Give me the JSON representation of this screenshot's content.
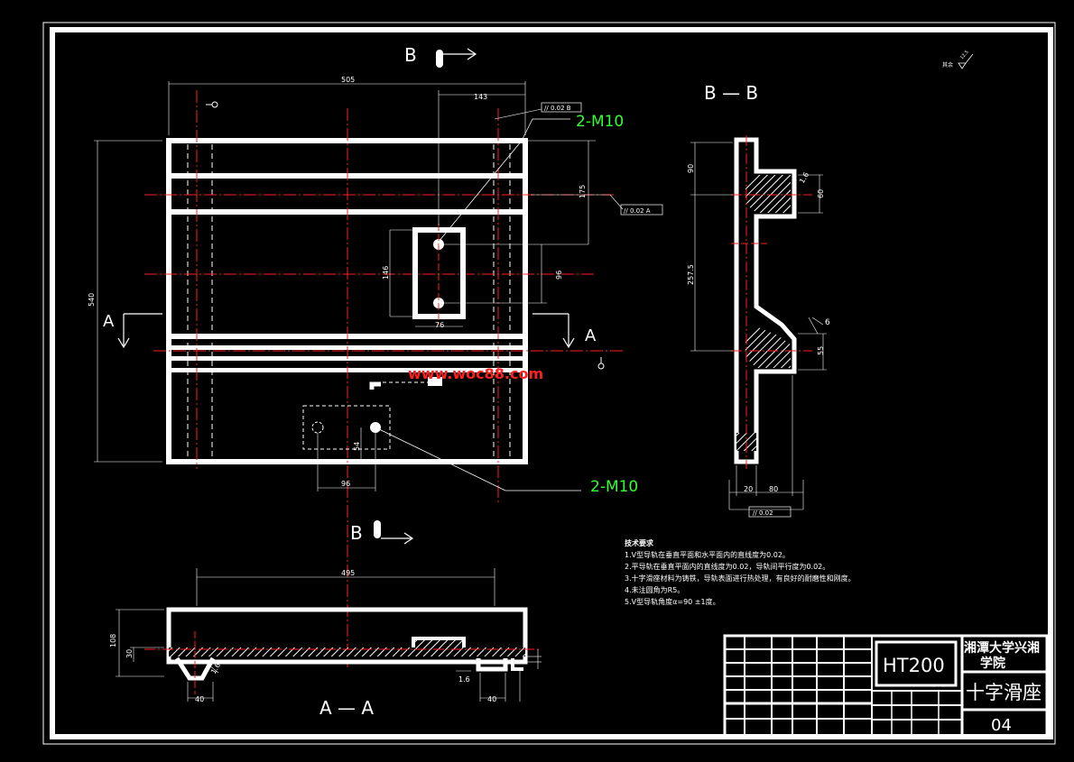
{
  "section_labels": {
    "b_top": "B",
    "b_bottom": "B",
    "a_left": "A",
    "a_right": "A",
    "section_bb": "B — B",
    "section_aa": "A — A"
  },
  "dimensions": {
    "d505": "505",
    "d143": "143",
    "d175": "175",
    "d540": "540",
    "d146": "146",
    "d96": "96",
    "d76": "76",
    "d96b": "96",
    "d54": "54",
    "d495": "495",
    "d108": "108",
    "d30": "30",
    "d40a": "40",
    "d40b": "40",
    "d16a": "1.6",
    "d16b": "1.6",
    "d90": "90",
    "d2575": "257.5",
    "d60": "60",
    "d55": "55",
    "d20": "20",
    "d80": "80",
    "d16c": "1.6",
    "d6": "6"
  },
  "thread_callouts": {
    "top": "2-M10",
    "bottom": "2-M10"
  },
  "tolerances": {
    "t1": "// 0.02 B",
    "t2": "// 0.02 A",
    "t3": "// 0.02"
  },
  "roughness_note": "其余",
  "roughness_value": "12.5",
  "watermark": "www.woc88.com",
  "tech_requirements": {
    "title": "技术要求",
    "items": [
      "1.V型导轨在垂直平面和水平面内的直线度为0.02。",
      "2.平导轨在垂直平面内的直线度为0.02，导轨间平行度为0.02。",
      "3.十字滑座材料为铸铁，导轨表面进行热处理，有良好的耐磨性和刚度。",
      "4.未注圆角为R5。",
      "5.V型导轨角度α=90 ±1度。"
    ]
  },
  "title_block": {
    "material": "HT200",
    "school_line1": "湘潭大学兴湘",
    "school_line2": "学院",
    "part_name": "十字滑座",
    "drawing_no": "04"
  },
  "colors": {
    "line": "#ffffff",
    "center": "#ff2020",
    "callout": "#33ff33",
    "watermark": "#ff2020"
  }
}
